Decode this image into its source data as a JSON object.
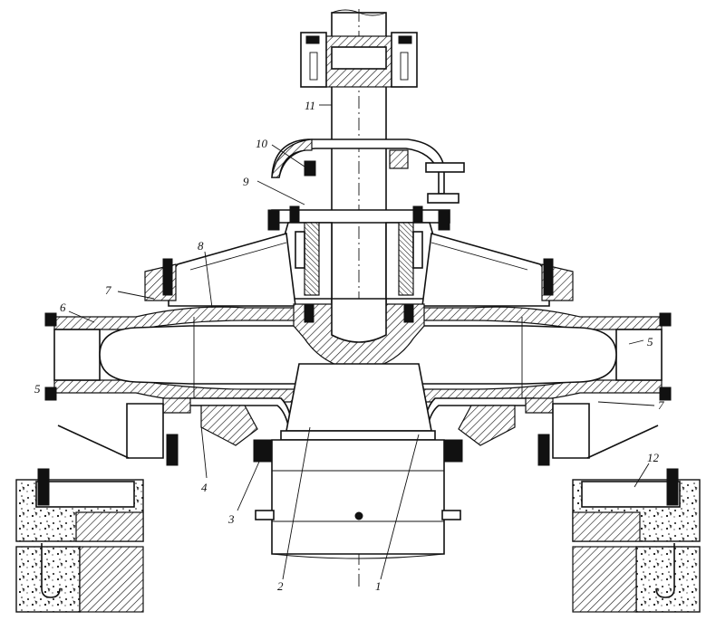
{
  "figure": {
    "callouts": [
      {
        "id": "1",
        "text": "1"
      },
      {
        "id": "2",
        "text": "2"
      },
      {
        "id": "3",
        "text": "3"
      },
      {
        "id": "4",
        "text": "4"
      },
      {
        "id": "5a",
        "text": "5"
      },
      {
        "id": "5b",
        "text": "5"
      },
      {
        "id": "6",
        "text": "6"
      },
      {
        "id": "7a",
        "text": "7"
      },
      {
        "id": "7b",
        "text": "7"
      },
      {
        "id": "8",
        "text": "8"
      },
      {
        "id": "9",
        "text": "9"
      },
      {
        "id": "10",
        "text": "10"
      },
      {
        "id": "11",
        "text": "11"
      },
      {
        "id": "12",
        "text": "12"
      }
    ]
  }
}
